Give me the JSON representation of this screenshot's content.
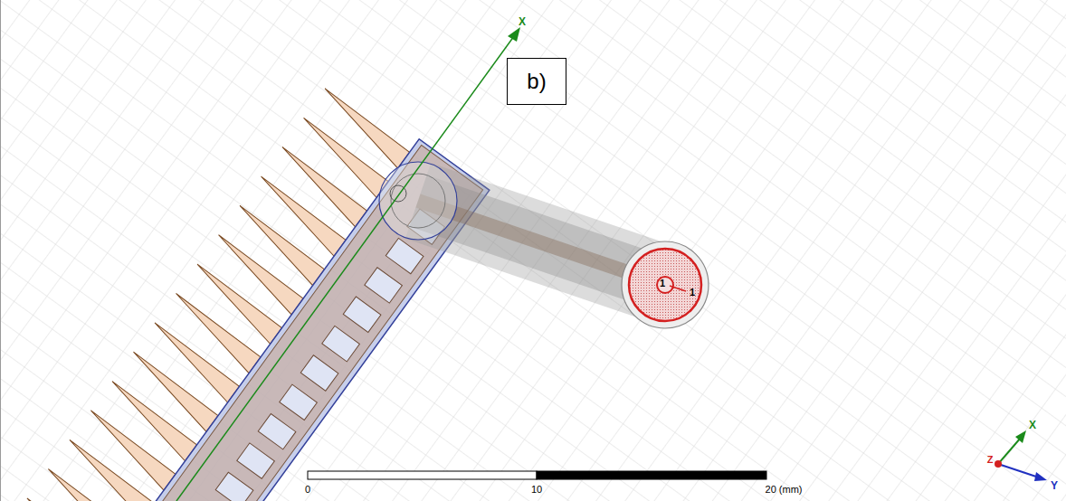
{
  "diagram": {
    "nodes": [
      {
        "text": [
          "b)"
        ]
      }
    ],
    "labels": [
      "X",
      "1",
      "1",
      "0",
      "10",
      "20 (mm)",
      "X",
      "Y",
      "Z"
    ]
  }
}
